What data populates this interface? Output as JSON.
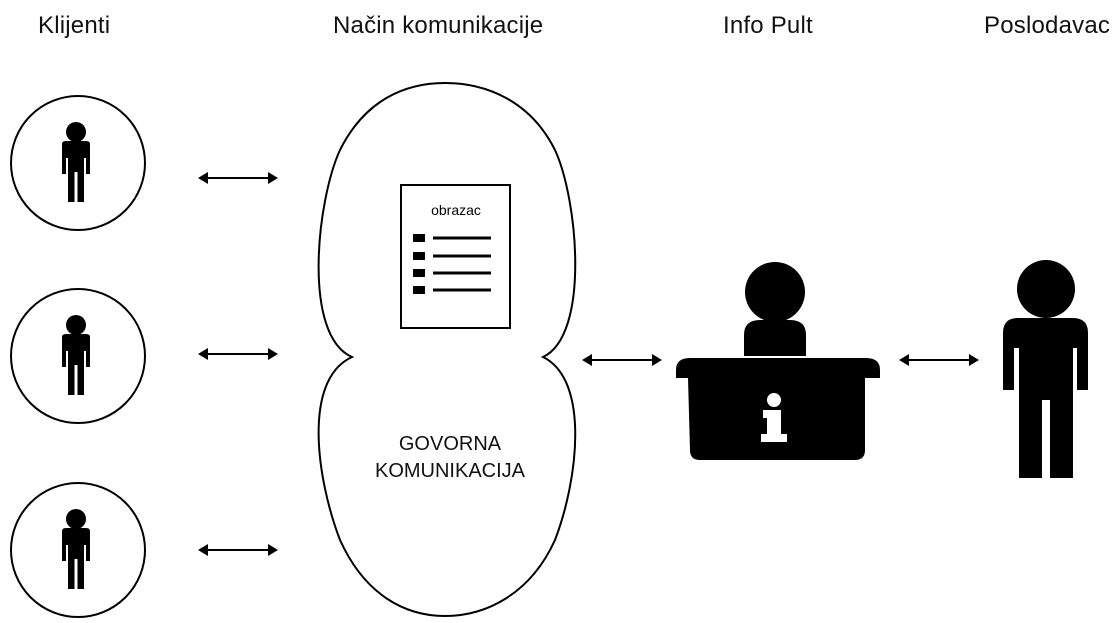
{
  "headers": {
    "clients": "Klijenti",
    "communication_method": "Način komunikacije",
    "info_desk": "Info Pult",
    "employer": "Poslodavac"
  },
  "form": {
    "title": "obrazac",
    "lines": 4
  },
  "speech": {
    "line1": "GOVORNA",
    "line2": "KOMUNIKACIJA"
  },
  "info_desk": {
    "symbol": "i"
  },
  "icons": {
    "client": "person-icon",
    "receptionist": "receptionist-icon",
    "desk": "info-desk-icon",
    "employer": "person-icon",
    "arrow": "double-arrow-icon",
    "form": "form-document-icon"
  },
  "colors": {
    "ink": "#000000",
    "background": "#ffffff"
  }
}
